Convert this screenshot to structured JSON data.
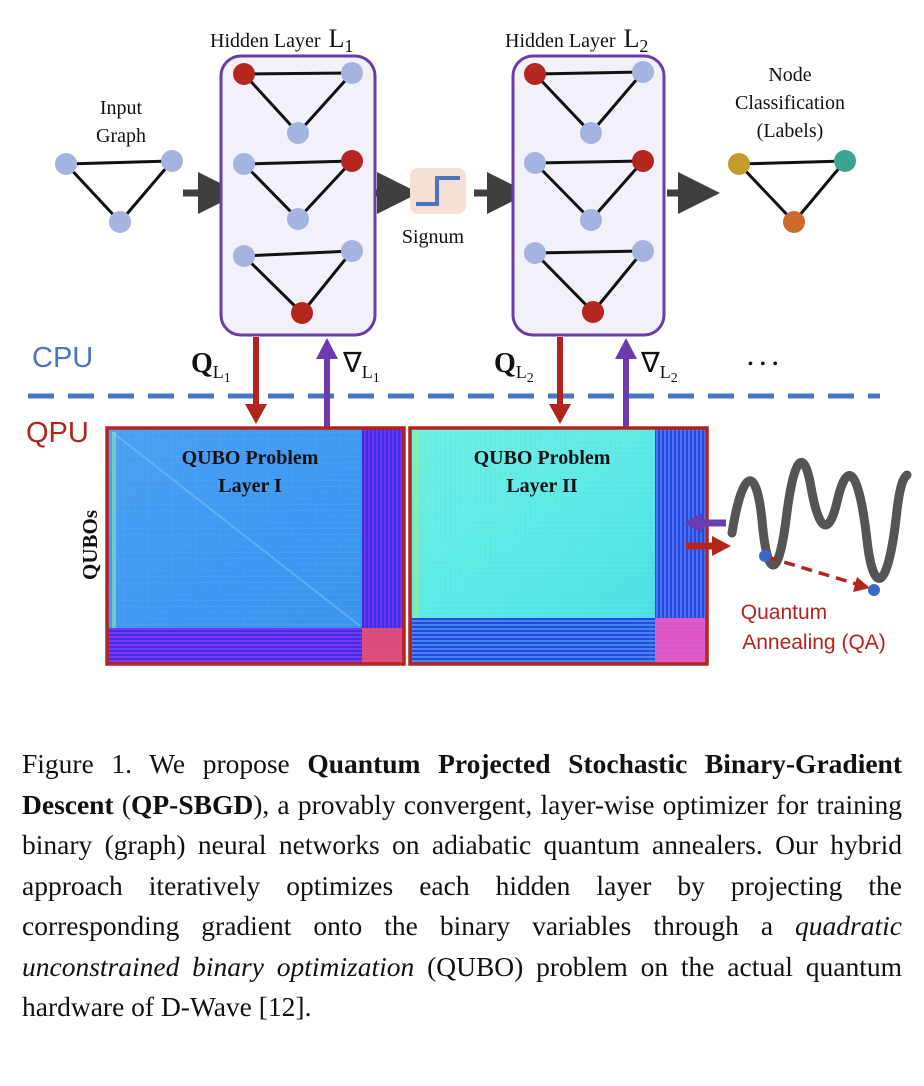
{
  "diagram": {
    "input_graph": {
      "line1": "Input",
      "line2": "Graph"
    },
    "hidden_layer_1": {
      "label": "Hidden Layer",
      "sub_main": "L",
      "sub_index": "1"
    },
    "hidden_layer_2": {
      "label": "Hidden Layer",
      "sub_main": "L",
      "sub_index": "2"
    },
    "signum_label": "Signum",
    "output": {
      "line1": "Node",
      "line2": "Classification",
      "line3": "(Labels)"
    },
    "cpu_label": "CPU",
    "qpu_label": "QPU",
    "qubos_label": "QUBOs",
    "q_l1": {
      "main": "Q",
      "sub": "L",
      "index": "1"
    },
    "grad_l1": {
      "main": "∇",
      "sub": "L",
      "index": "1"
    },
    "q_l2": {
      "main": "Q",
      "sub": "L",
      "index": "2"
    },
    "grad_l2": {
      "main": "∇",
      "sub": "L",
      "index": "2"
    },
    "ellipsis": "• • •",
    "qubo_1": {
      "line1": "QUBO Problem",
      "line2": "Layer I"
    },
    "qubo_2": {
      "line1": "QUBO Problem",
      "line2": "Layer II"
    },
    "qa": {
      "line1": "Quantum",
      "line2": "Annealing (QA)"
    },
    "colors": {
      "node_blue": "#a4b3e0",
      "node_red": "#b5261e",
      "cpu_blue": "#4a74c4",
      "qpu_red": "#b3241d",
      "arrow_gray": "#3f3f3f",
      "purple": "#6d3bb0",
      "label_gold": "#c49b2f",
      "label_teal": "#3aa391",
      "label_orange": "#cc6a2c"
    }
  },
  "caption": {
    "prefix": "Figure 1.  We propose ",
    "bold_1": "Quantum Projected Stochastic Binary-Gradient Descent",
    "mid_1": " (",
    "bold_2": "QP-SBGD",
    "mid_2": "), a provably convergent, layer-wise optimizer for training binary (graph) neural networks on adiabatic quantum annealers.  Our hybrid approach iteratively optimizes each hidden layer by projecting the corresponding gradient onto the binary variables through a ",
    "italic_1": "quadratic unconstrained binary optimization",
    "suffix": " (QUBO) problem on the actual quantum hardware of D-Wave [12]."
  }
}
